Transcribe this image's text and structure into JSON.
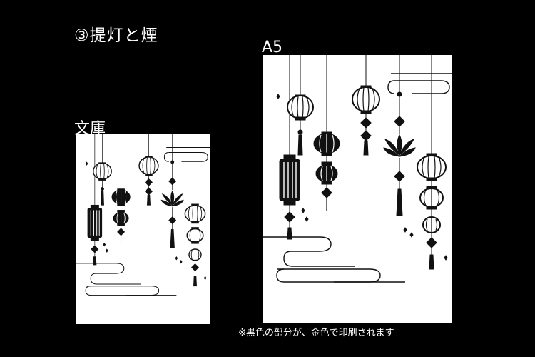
{
  "header": {
    "title": "③提灯と煙"
  },
  "panels": {
    "bunko": {
      "label": "文庫"
    },
    "a5": {
      "label": "A5"
    }
  },
  "footer": {
    "note": "※黒色の部分が、金色で印刷されます"
  },
  "colors": {
    "background": "#000000",
    "panel": "#ffffff",
    "ink": "#111111"
  }
}
